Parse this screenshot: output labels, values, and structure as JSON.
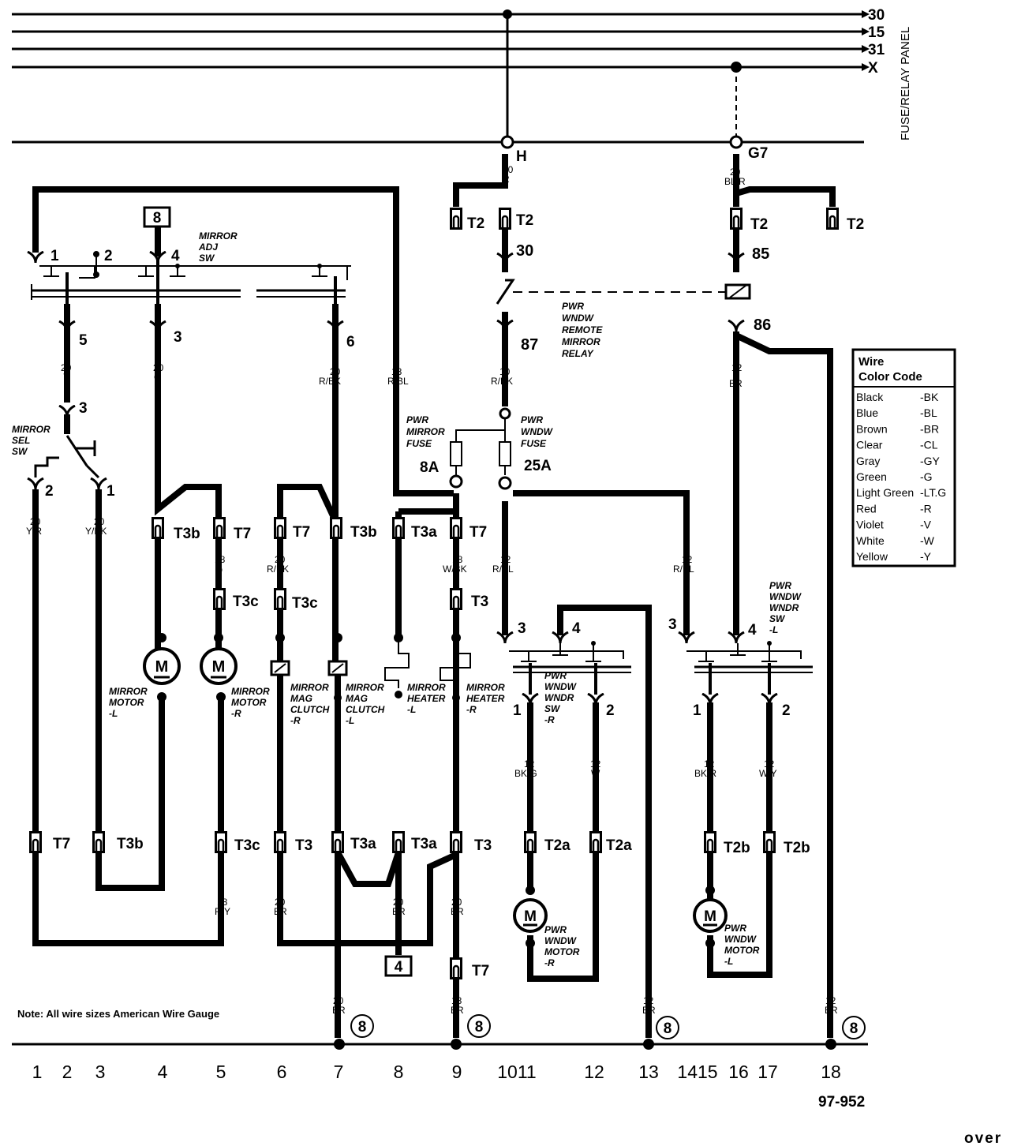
{
  "buses": [
    {
      "label": "30"
    },
    {
      "label": "15"
    },
    {
      "label": "31"
    },
    {
      "label": "X"
    }
  ],
  "panel_label": "FUSE/RELAY PANEL",
  "terminals": {
    "h": "H",
    "g7": "G7"
  },
  "components": {
    "mirror_adj_sw": [
      "MIRROR",
      "ADJ",
      "SW"
    ],
    "mirror_sel_sw": [
      "MIRROR",
      "SEL",
      "SW"
    ],
    "relay": [
      "PWR",
      "WNDW",
      "REMOTE",
      "MIRROR",
      "RELAY"
    ],
    "mirror_fuse": [
      "PWR",
      "MIRROR",
      "FUSE"
    ],
    "window_fuse": [
      "PWR",
      "WNDW",
      "FUSE"
    ],
    "mirror_fuse_rating": "8A",
    "window_fuse_rating": "25A",
    "mirror_motor_l": [
      "MIRROR",
      "MOTOR",
      "-L"
    ],
    "mirror_motor_r": [
      "MIRROR",
      "MOTOR",
      "-R"
    ],
    "mag_clutch_r": [
      "MIRROR",
      "MAG",
      "CLUTCH",
      "-R"
    ],
    "mag_clutch_l": [
      "MIRROR",
      "MAG",
      "CLUTCH",
      "-L"
    ],
    "heater_l": [
      "MIRROR",
      "HEATER",
      "-L"
    ],
    "heater_r": [
      "MIRROR",
      "HEATER",
      "-R"
    ],
    "window_sw_r": [
      "PWR",
      "WNDW",
      "WNDR",
      "SW",
      "-R"
    ],
    "window_sw_l": [
      "PWR",
      "WNDW",
      "WNDR",
      "SW",
      "-L"
    ],
    "window_motor_r": [
      "PWR",
      "WNDW",
      "MOTOR",
      "-R"
    ],
    "window_motor_l": [
      "PWR",
      "WNDW",
      "MOTOR",
      "-L"
    ],
    "motor_symbol": "M"
  },
  "pins": {
    "adj_1": "1",
    "adj_2": "2",
    "adj_4": "4",
    "adj_5": "5",
    "adj_3": "3",
    "adj_6": "6",
    "sel_3": "3",
    "sel_2": "2",
    "sel_1": "1",
    "relay_30": "30",
    "relay_87": "87",
    "relay_85": "85",
    "relay_86": "86",
    "wr_3": "3",
    "wr_4": "4",
    "wr_1": "1",
    "wr_2": "2",
    "wl_3": "3",
    "wl_4": "4",
    "wl_1": "1",
    "wl_2": "2"
  },
  "wires": {
    "h_top": [
      "10",
      "R"
    ],
    "g7_top": [
      "20",
      "BL/R"
    ],
    "adj5": [
      "20",
      "Y"
    ],
    "adj3": [
      "20",
      "G"
    ],
    "adj6": [
      "20",
      "R/BK"
    ],
    "rbl18": [
      "18",
      "R/BL"
    ],
    "relay87": [
      "10",
      "R/BK"
    ],
    "relay86": [
      "12",
      "BR"
    ],
    "sel2": [
      "20",
      "Y/R"
    ],
    "sel1": [
      "20",
      "Y/BK"
    ],
    "t7g": [
      "18",
      "G"
    ],
    "t7rbk": [
      "20",
      "R/BK"
    ],
    "t7wbk": [
      "18",
      "W/BK"
    ],
    "fuse_l": [
      "12",
      "R/BL"
    ],
    "fuse_r": [
      "12",
      "R/BL"
    ],
    "wr1": [
      "12",
      "BK/G"
    ],
    "wr2": [
      "12",
      "W"
    ],
    "wl1": [
      "12",
      "BK/R"
    ],
    "wl2": [
      "12",
      "W/Y"
    ],
    "ry": [
      "18",
      "R/Y"
    ],
    "br6": [
      "20",
      "BR"
    ],
    "br8": [
      "20",
      "BR"
    ],
    "br9": [
      "20",
      "BR"
    ],
    "g7": [
      "20",
      "BR"
    ],
    "g9": [
      "18",
      "BR"
    ],
    "g13": [
      "12",
      "BR"
    ],
    "g18": [
      "12",
      "BR"
    ]
  },
  "connectors": {
    "t2": "T2",
    "t3": "T3",
    "t3a": "T3a",
    "t3b": "T3b",
    "t3c": "T3c",
    "t7": "T7",
    "t2a": "T2a",
    "t2b": "T2b"
  },
  "grounds": {
    "g8": "8",
    "g4": "4"
  },
  "note": "Note: All wire sizes American Wire Gauge",
  "columns": [
    "1",
    "2",
    "3",
    "4",
    "5",
    "6",
    "7",
    "8",
    "9",
    "1011",
    "12",
    "13",
    "1415",
    "16",
    "17",
    "18"
  ],
  "figure_id": "97-952",
  "continue_label": "over",
  "legend": {
    "title": [
      "Wire",
      "Color Code"
    ],
    "rows": [
      {
        "name": "Black",
        "code": "-BK"
      },
      {
        "name": "Blue",
        "code": "-BL"
      },
      {
        "name": "Brown",
        "code": "-BR"
      },
      {
        "name": "Clear",
        "code": "-CL"
      },
      {
        "name": "Gray",
        "code": "-GY"
      },
      {
        "name": "Green",
        "code": "-G"
      },
      {
        "name": "Light Green",
        "code": "-LT.G"
      },
      {
        "name": "Red",
        "code": "-R"
      },
      {
        "name": "Violet",
        "code": "-V"
      },
      {
        "name": "White",
        "code": "-W"
      },
      {
        "name": "Yellow",
        "code": "-Y"
      }
    ]
  }
}
